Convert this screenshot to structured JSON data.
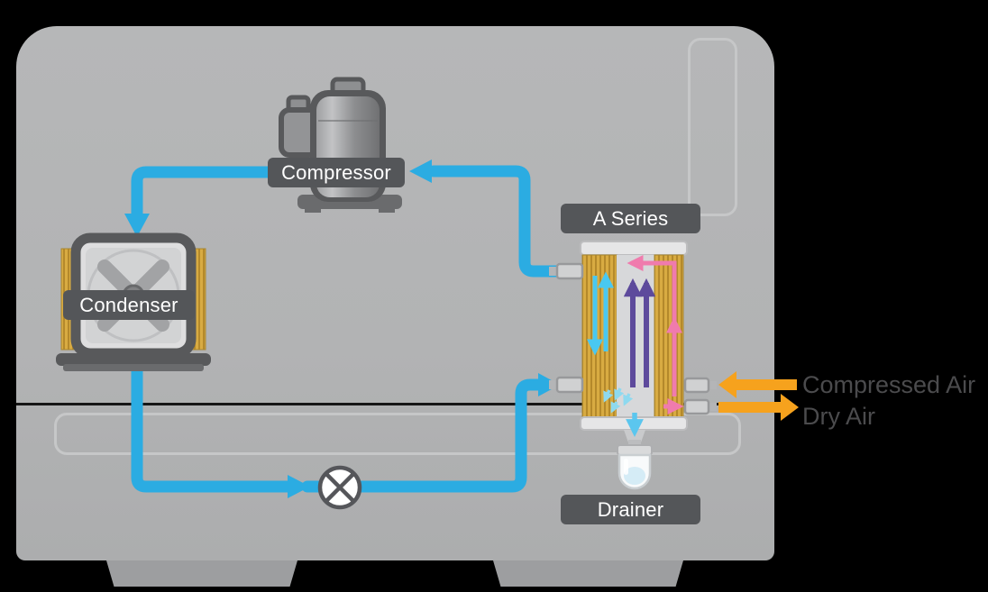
{
  "scene": {
    "labels": {
      "compressor": "Compressor",
      "condenser": "Condenser",
      "series": "A Series",
      "drainer": "Drainer",
      "compressed_air": "Compressed Air",
      "dry_air": "Dry Air"
    },
    "colors": {
      "refrigerant_pipe_blue": "#2BACE2",
      "air_flow_orange": "#F6A21D",
      "wet_air_pink": "#F07BAD",
      "air_channel_purple": "#5D4A9C",
      "cold_refrigerant_cyan": "#49C8F1",
      "condensate_cyan": "#8ED9EF",
      "exchanger_fin_gold": "#D8AB42",
      "label_pill_bg": "#545659",
      "label_pill_text": "#FFFFFF",
      "machine_body_gray": "#B2B3B4",
      "air_label_text": "#4B4B4D",
      "background": "#000000"
    },
    "components": {
      "compressor": "compressor-icon",
      "condenser": "condenser-fan-icon",
      "expansion_valve": "expansion-valve-icon",
      "heat_exchanger": "heat-exchanger-icon",
      "drainer": "drainer-bowl-icon"
    }
  }
}
